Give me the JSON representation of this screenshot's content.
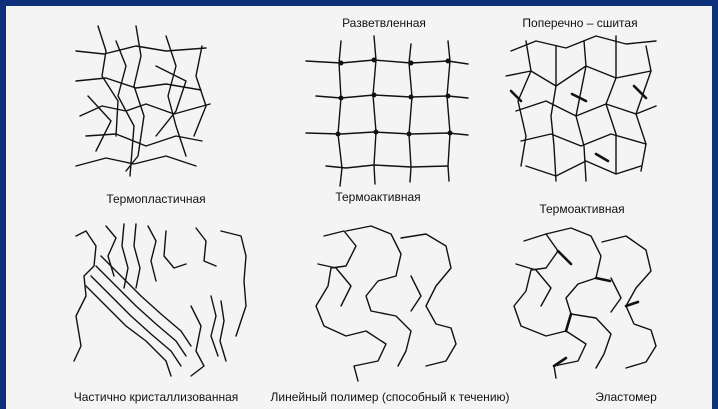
{
  "labels": {
    "branched": "Разветвленная",
    "crosslinked": "Поперечно – сшитая",
    "thermoplastic": "Термопластичная",
    "thermoactive_1": "Термоактивная",
    "thermoactive_2": "Термоактивная",
    "semicrystalline": "Частично кристаллизованная",
    "linear": "Линейный полимер (способный к течению)",
    "elastomer": "Эластомер"
  },
  "colors": {
    "frame": "#0e2f7a",
    "background": "#f4f4f4",
    "ink": "#111111"
  }
}
